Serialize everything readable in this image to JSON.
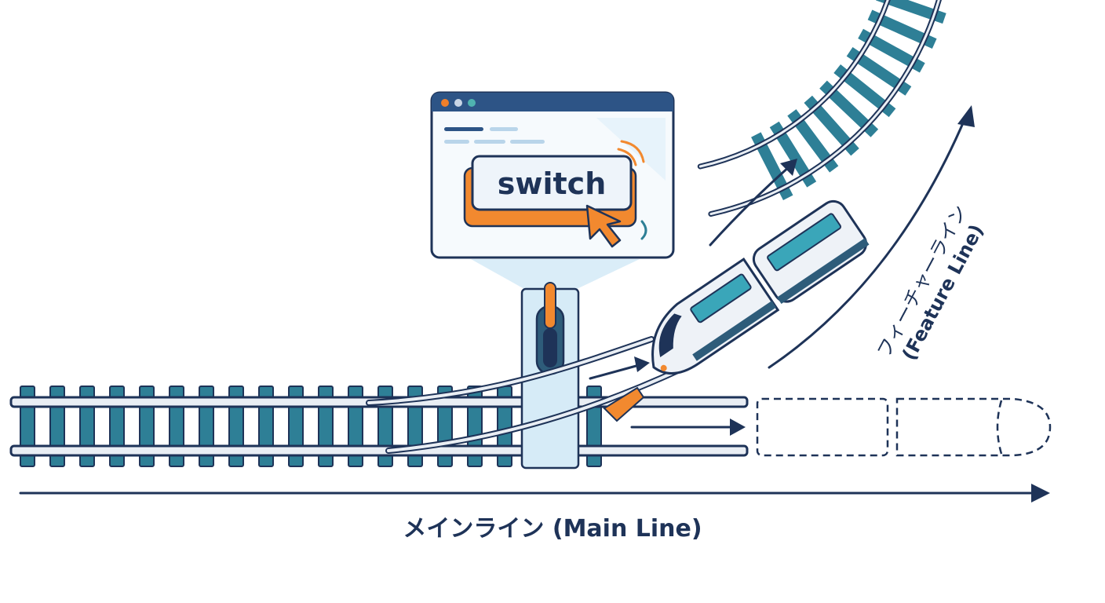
{
  "labels": {
    "main_line": "メインライン (Main Line)",
    "feature_line_jp": "フィーチャーライン",
    "feature_line_en": "(Feature Line)"
  },
  "switch_window": {
    "button_label": "switch",
    "dots": [
      "#f07f2a",
      "#c9d6e6",
      "#4fb3b0"
    ]
  },
  "colors": {
    "navy": "#1e3358",
    "teal": "#2e7f96",
    "rail": "#e9eef4",
    "accent": "#f2892f",
    "light_blue": "#d6ebf7",
    "train_window": "#3aa6b9"
  }
}
